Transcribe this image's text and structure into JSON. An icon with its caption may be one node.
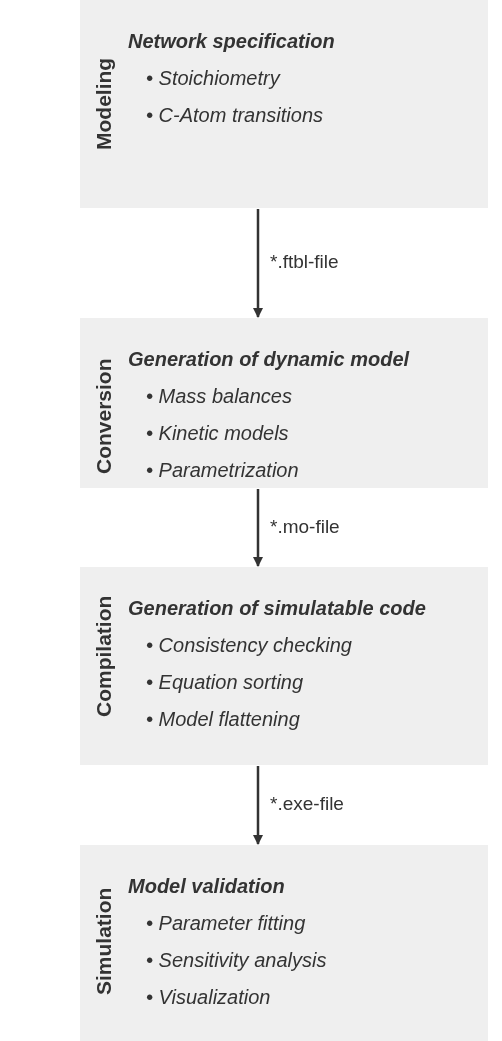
{
  "diagram": {
    "nodes": [
      {
        "text": [
          "Modeling",
          "Network specification",
          "• Stoichiometry",
          "• C-Atom transitions"
        ]
      },
      {
        "text": [
          "Conversion",
          "Generation of dynamic model",
          "• Mass balances",
          "• Kinetic models",
          "• Parametrization"
        ]
      },
      {
        "text": [
          "Compilation",
          "Generation of simulatable code",
          "• Consistency checking",
          "• Equation sorting",
          "• Model flattening"
        ]
      },
      {
        "text": [
          "Simulation",
          "Model validation",
          "• Parameter fitting",
          "• Sensitivity analysis",
          "• Visualization"
        ]
      }
    ],
    "edges": [
      {
        "from": 0,
        "to": 1,
        "arrow": "to",
        "label": "*.ftbl-file"
      },
      {
        "from": 1,
        "to": 2,
        "arrow": "to",
        "label": "*.mo-file"
      },
      {
        "from": 2,
        "to": 3,
        "arrow": "to",
        "label": "*.exe-file"
      }
    ]
  }
}
